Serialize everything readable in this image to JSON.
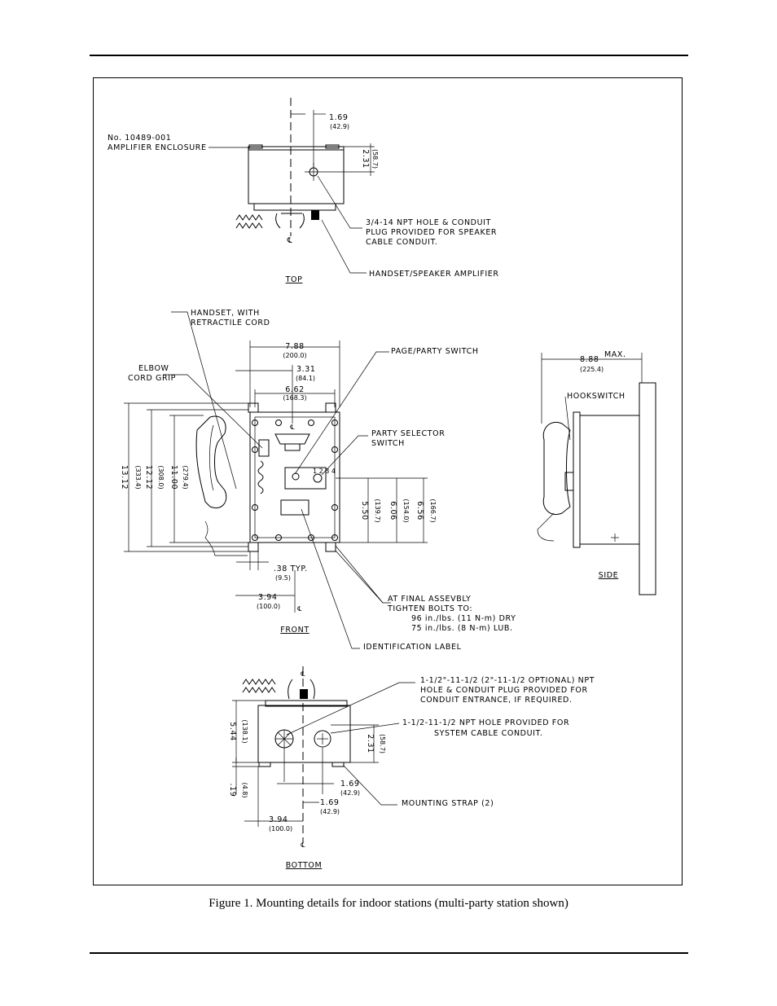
{
  "figure_caption": "Figure 1.  Mounting details for indoor stations (multi-party station shown)",
  "views": {
    "top": "TOP",
    "front": "FRONT",
    "side": "SIDE",
    "bottom": "BOTTOM"
  },
  "callouts": {
    "enclosure_no": "No. 10489-001",
    "enclosure_name": "AMPLIFIER ENCLOSURE",
    "npt_top_1": "3/4-14 NPT HOLE & CONDUIT",
    "npt_top_2": "PLUG PROVIDED FOR SPEAKER",
    "npt_top_3": "CABLE CONDUIT.",
    "amplifier": "HANDSET/SPEAKER AMPLIFIER",
    "handset_1": "HANDSET, WITH",
    "handset_2": "RETRACTILE CORD",
    "elbow_1": "ELBOW",
    "elbow_2": "CORD GRIP",
    "page_party": "PAGE/PARTY SWITCH",
    "party_sel_1": "PARTY SELECTOR",
    "party_sel_2": "SWITCH",
    "hookswitch": "HOOKSWITCH",
    "max": "MAX.",
    "final_1": "AT FINAL ASSEVBLY",
    "final_2": "TIGHTEN BOLTS TO:",
    "final_3": "96 in./lbs. (11 N-m) DRY",
    "final_4": "75 in./lbs. (8 N-m) LUB.",
    "id_label": "IDENTIFICATION LABEL",
    "npt_bot_1": "1-1/2\"-11-1/2 (2\"-11-1/2 OPTIONAL) NPT",
    "npt_bot_2": "HOLE & CONDUIT PLUG PROVIDED FOR",
    "npt_bot_3": "CONDUIT ENTRANCE, IF REQUIRED.",
    "sys_1": "1-1/2-11-1/2 NPT HOLE PROVIDED FOR",
    "sys_2": "SYSTEM CABLE CONDUIT.",
    "strap": "MOUNTING STRAP (2)",
    "typ": ".38 TYP.",
    "typ_mm": "(9.5)"
  },
  "dimensions": {
    "top_169": "1.69",
    "top_169_mm": "(42.9)",
    "top_231": "2.31",
    "top_231_mm": "(58.7)",
    "f_788": "7.88",
    "f_788_mm": "(200.0)",
    "f_331": "3.31",
    "f_331_mm": "(84.1)",
    "f_662": "6.62",
    "f_662_mm": "(168.3)",
    "f_1312": "13.12",
    "f_1312_mm": "(333.4)",
    "f_1212": "12.12",
    "f_1212_mm": "(308.0)",
    "f_1100": "11.00",
    "f_1100_mm": "(279.4)",
    "f_550": "5.50",
    "f_550_mm": "(139.7)",
    "f_606": "6.06",
    "f_606_mm": "(154.0)",
    "f_656": "6.56",
    "f_656_mm": "(166.7)",
    "f_394": "3.94",
    "f_394_mm": "(100.0)",
    "s_888": "8.88",
    "s_888_mm": "(225.4)",
    "b_544": "5.44",
    "b_544_mm": "(138.1)",
    "b_231": "2.31",
    "b_231_mm": "(58.7)",
    "b_19": ".19",
    "b_19_mm": "(4.8)",
    "b_169a": "1.69",
    "b_169a_mm": "(42.9)",
    "b_169b": "1.69",
    "b_169b_mm": "(42.9)",
    "b_394": "3.94",
    "b_394_mm": "(100.0)"
  }
}
